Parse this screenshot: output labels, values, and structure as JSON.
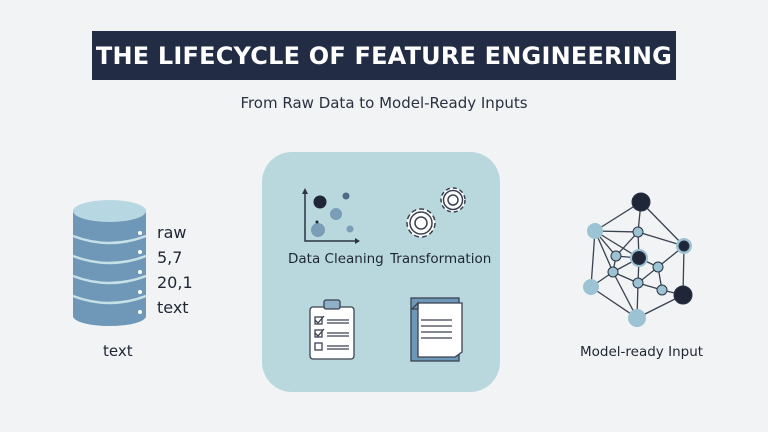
{
  "title": "THE LIFECYCLE OF FEATURE ENGINEERING",
  "subtitle": "From Raw Data to Model-Ready Inputs",
  "raw_data": {
    "rows": [
      "raw",
      "5,7",
      "20,1",
      "text"
    ],
    "caption": "text"
  },
  "process": {
    "steps": [
      {
        "label": "Data Cleaning"
      },
      {
        "label": "Transformation"
      }
    ]
  },
  "output": {
    "caption": "Model-ready Input"
  },
  "colors": {
    "navy": "#232c45",
    "panel": "#b9d8de",
    "db": "#6f97b7",
    "light": "#9cc3d3"
  }
}
